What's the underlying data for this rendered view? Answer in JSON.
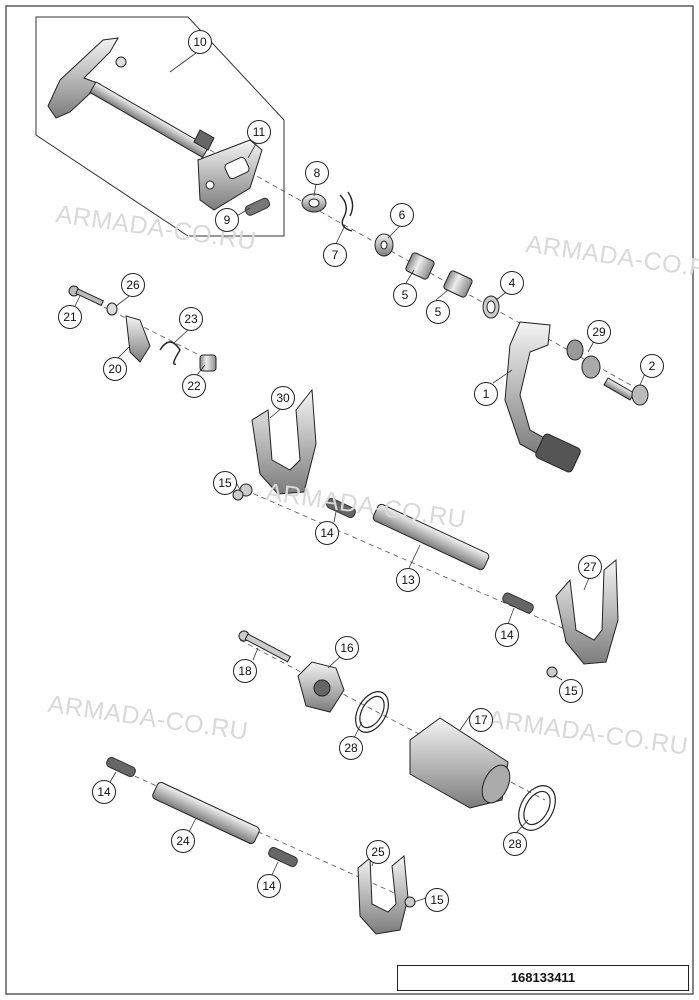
{
  "diagram": {
    "watermark_text": "ARMADA-CO.RU",
    "drawing_number": "168133411",
    "callouts": [
      {
        "id": "c10",
        "label": "10"
      },
      {
        "id": "c11",
        "label": "11"
      },
      {
        "id": "c8",
        "label": "8"
      },
      {
        "id": "c9",
        "label": "9"
      },
      {
        "id": "c6",
        "label": "6"
      },
      {
        "id": "c7",
        "label": "7"
      },
      {
        "id": "c4",
        "label": "4"
      },
      {
        "id": "c5a",
        "label": "5"
      },
      {
        "id": "c5b",
        "label": "5"
      },
      {
        "id": "c29",
        "label": "29"
      },
      {
        "id": "c2",
        "label": "2"
      },
      {
        "id": "c1",
        "label": "1"
      },
      {
        "id": "c26",
        "label": "26"
      },
      {
        "id": "c21",
        "label": "21"
      },
      {
        "id": "c23",
        "label": "23"
      },
      {
        "id": "c20",
        "label": "20"
      },
      {
        "id": "c22",
        "label": "22"
      },
      {
        "id": "c30",
        "label": "30"
      },
      {
        "id": "c15a",
        "label": "15"
      },
      {
        "id": "c14a",
        "label": "14"
      },
      {
        "id": "c13",
        "label": "13"
      },
      {
        "id": "c27",
        "label": "27"
      },
      {
        "id": "c14b",
        "label": "14"
      },
      {
        "id": "c15b",
        "label": "15"
      },
      {
        "id": "c16",
        "label": "16"
      },
      {
        "id": "c18",
        "label": "18"
      },
      {
        "id": "c17",
        "label": "17"
      },
      {
        "id": "c28a",
        "label": "28"
      },
      {
        "id": "c28b",
        "label": "28"
      },
      {
        "id": "c14c",
        "label": "14"
      },
      {
        "id": "c24",
        "label": "24"
      },
      {
        "id": "c14d",
        "label": "14"
      },
      {
        "id": "c25",
        "label": "25"
      },
      {
        "id": "c15c",
        "label": "15"
      }
    ]
  }
}
